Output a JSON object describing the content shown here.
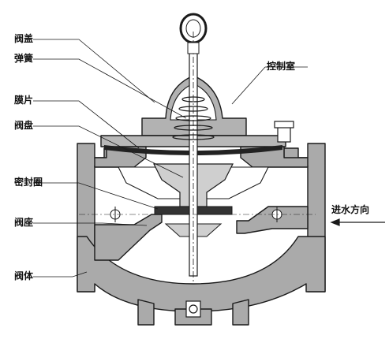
{
  "diagram": {
    "labels": {
      "valve_cover": "阀盖",
      "spring": "弹簧",
      "diaphragm": "膜片",
      "valve_disc": "阀盘",
      "seal_ring": "密封圈",
      "valve_seat": "阀座",
      "valve_body": "阀体",
      "control_chamber": "控制室",
      "inlet_direction": "进水方向"
    },
    "colors": {
      "body_fill": "#a9a9a9",
      "line": "#1a1a1a",
      "background": "#ffffff"
    }
  }
}
